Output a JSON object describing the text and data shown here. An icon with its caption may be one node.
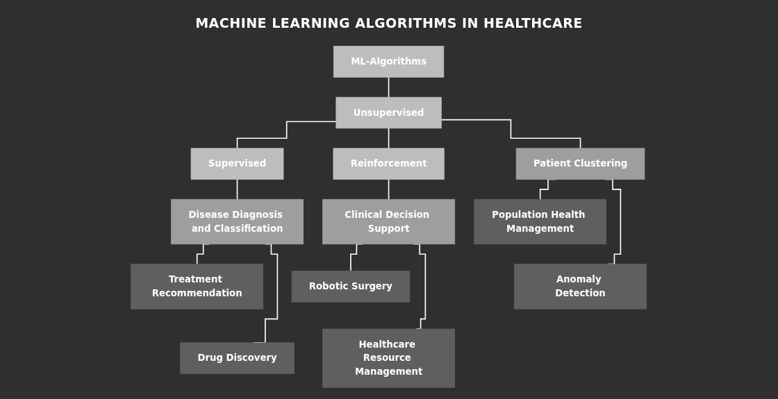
{
  "diagram": {
    "title": "MACHINE LEARNING ALGORITHMS IN HEALTHCARE",
    "nodes": [
      {
        "text": [
          "ML-Algorithms"
        ]
      },
      {
        "text": [
          "Supervised"
        ]
      },
      {
        "text": [
          "Unsupervised"
        ]
      },
      {
        "text": [
          "Reinforcement"
        ]
      },
      {
        "text": [
          "Disease Diagnosis and Classification"
        ]
      },
      {
        "text": [
          "Treatment Recommendation"
        ]
      },
      {
        "text": [
          "Drug Discovery"
        ]
      },
      {
        "text": [
          "Patient Clustering"
        ]
      },
      {
        "text": [
          "Population Health Management"
        ]
      },
      {
        "text": [
          "Anomaly Detection"
        ]
      },
      {
        "text": [
          "Clinical Decision Support"
        ]
      },
      {
        "text": [
          "Robotic Surgery"
        ]
      },
      {
        "text": [
          "Healthcare Resource Management"
        ]
      }
    ],
    "edges": [
      {
        "from": 0,
        "to": 2,
        "arrow": "none"
      },
      {
        "from": 2,
        "to": 1,
        "arrow": "none"
      },
      {
        "from": 2,
        "to": 3,
        "arrow": "none"
      },
      {
        "from": 1,
        "to": 4,
        "arrow": "none"
      },
      {
        "from": 4,
        "to": 5,
        "arrow": "none"
      },
      {
        "from": 4,
        "to": 6,
        "arrow": "none"
      },
      {
        "from": 2,
        "to": 7,
        "arrow": "none"
      },
      {
        "from": 7,
        "to": 8,
        "arrow": "none"
      },
      {
        "from": 7,
        "to": 9,
        "arrow": "none"
      },
      {
        "from": 3,
        "to": 10,
        "arrow": "none"
      },
      {
        "from": 10,
        "to": 11,
        "arrow": "none"
      },
      {
        "from": 10,
        "to": 12,
        "arrow": "none"
      }
    ]
  }
}
